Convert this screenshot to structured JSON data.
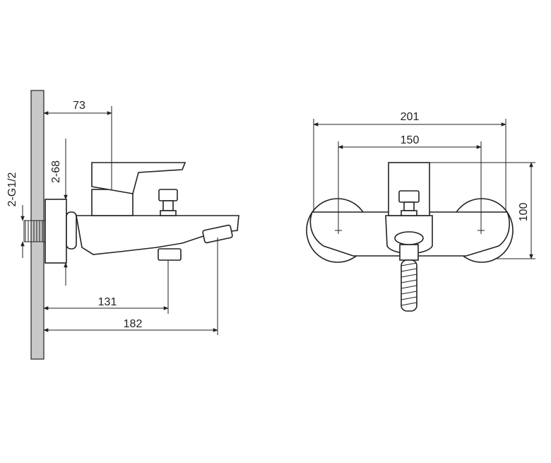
{
  "side_view": {
    "dim_width_top": "73",
    "dim_spout_inlet": "131",
    "dim_total_projection": "182",
    "dim_connection_thread": "2-G1/2",
    "dim_mounting_height": "2-68"
  },
  "front_view": {
    "dim_total_width": "201",
    "dim_center_distance": "150",
    "dim_height": "100"
  },
  "colors": {
    "line": "#222222",
    "wall_fill": "#c8c8c8",
    "background": "#ffffff"
  }
}
